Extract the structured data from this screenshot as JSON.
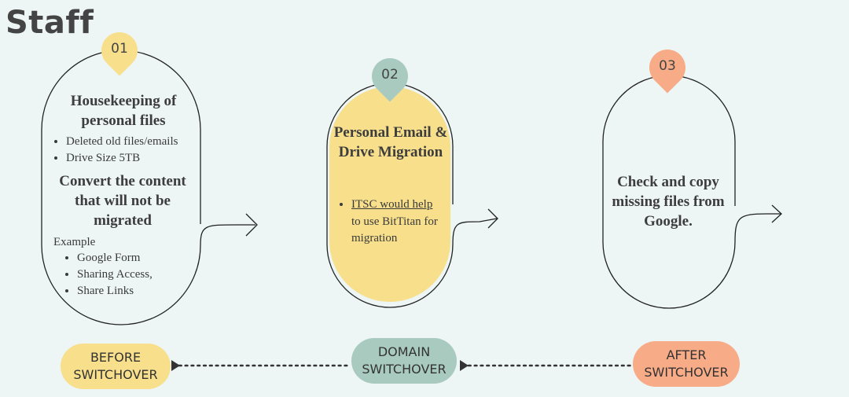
{
  "title": "Staff",
  "steps": [
    {
      "number": "01",
      "heading1": "Housekeeping of personal files",
      "bullets1": [
        "Deleted old files/emails",
        "Drive Size 5TB"
      ],
      "heading2": "Convert the content that will not be migrated",
      "example_label": "Example",
      "bullets2": [
        "Google Form",
        "Sharing Access,",
        "Share Links"
      ]
    },
    {
      "number": "02",
      "heading": "Personal Email & Drive Migration",
      "bullet_link": "ITSC would help",
      "bullet_rest": "to use BitTitan for migration"
    },
    {
      "number": "03",
      "heading": "Check and copy missing files from Google."
    }
  ],
  "timeline": {
    "before": "BEFORE SWITCHOVER",
    "domain": "DOMAIN SWITCHOVER",
    "after": "AFTER SWITCHOVER"
  },
  "colors": {
    "yellow": "#f7df8c",
    "green": "#a9cbbf",
    "orange": "#f7ab86",
    "background": "#edf5f5"
  }
}
